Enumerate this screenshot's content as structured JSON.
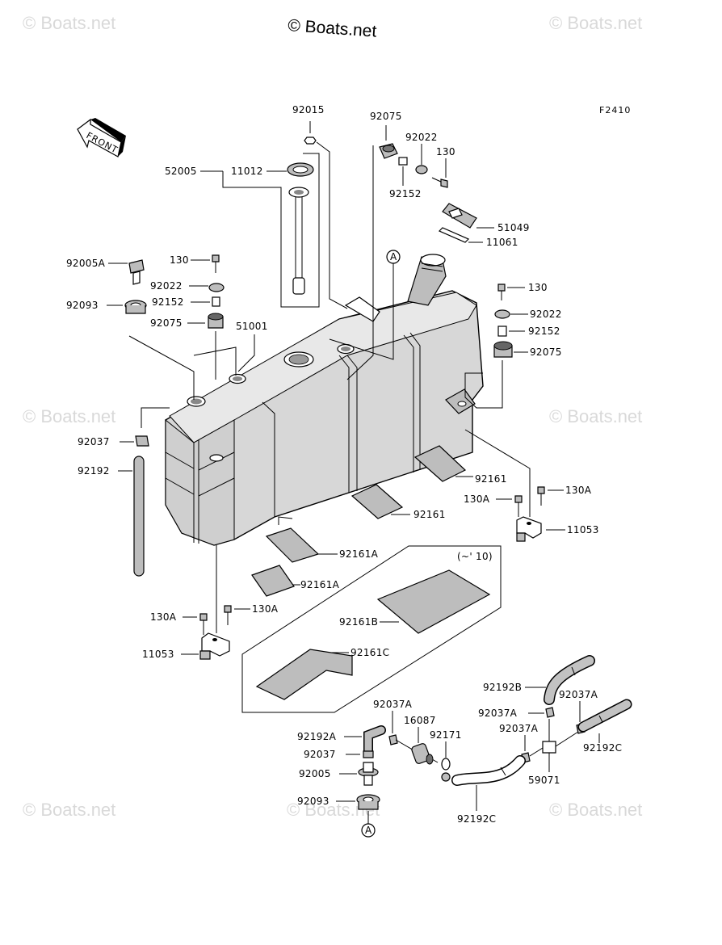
{
  "header": {
    "copyright": "© Boats.net"
  },
  "watermark": "© Boats.net",
  "figure_code": "F2410",
  "front_label": "FRONT",
  "circle_ref": "A",
  "variant_note": "(~' 10)",
  "labels": {
    "p92015": "92015",
    "p92075_top": "92075",
    "p92022_top": "92022",
    "p130_top": "130",
    "p92152_top": "92152",
    "p52005": "52005",
    "p11012": "11012",
    "p51049": "51049",
    "p11061": "11061",
    "p92005A": "92005A",
    "p130_left": "130",
    "p92022_left": "92022",
    "p92093_left": "92093",
    "p92152_left": "92152",
    "p92075_left": "92075",
    "p51001": "51001",
    "p130_right": "130",
    "p92022_right": "92022",
    "p92152_right": "92152",
    "p92075_right": "92075",
    "p92037_left": "92037",
    "p92192_left": "92192",
    "p92161_a": "92161",
    "p92161_b": "92161",
    "p130A_r1": "130A",
    "p130A_r2": "130A",
    "p11053_right": "11053",
    "p92161A_1": "92161A",
    "p92161A_2": "92161A",
    "p92161B": "92161B",
    "p92161C": "92161C",
    "p130A_l1": "130A",
    "p130A_l2": "130A",
    "p11053_left": "11053",
    "p92192B": "92192B",
    "p92037A_1": "92037A",
    "p92037A_2": "92037A",
    "p92037A_3": "92037A",
    "p92037A_4": "92037A",
    "p16087": "16087",
    "p92171": "92171",
    "p92192A": "92192A",
    "p92037_bot": "92037",
    "p92005": "92005",
    "p92093_bot": "92093",
    "p59071": "59071",
    "p92192C_1": "92192C",
    "p92192C_2": "92192C"
  }
}
